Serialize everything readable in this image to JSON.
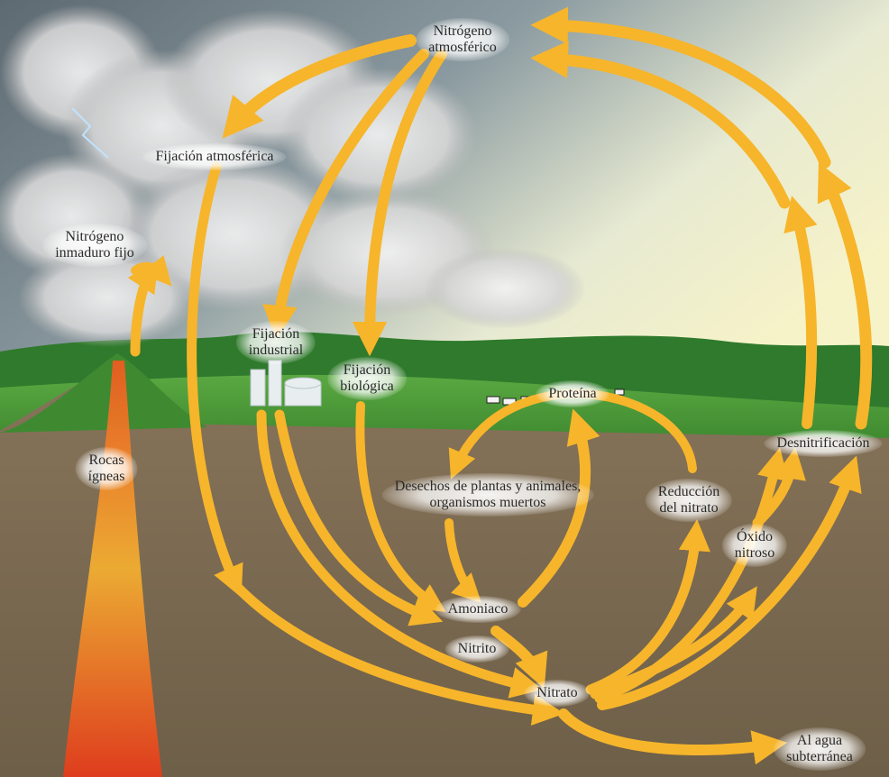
{
  "labels": {
    "nitrogeno_atmosferico": [
      "Nitrógeno",
      "atmosférico"
    ],
    "fijacion_atmosferica": [
      "Fijación atmosférica"
    ],
    "nitrogeno_inmaduro": [
      "Nitrógeno",
      "inmaduro fijo"
    ],
    "fijacion_industrial": [
      "Fijación",
      "industrial"
    ],
    "fijacion_biologica": [
      "Fijación",
      "biológica"
    ],
    "proteina": [
      "Proteína"
    ],
    "rocas_igneas": [
      "Rocas",
      "ígneas"
    ],
    "desechos": [
      "Desechos de plantas y animales,",
      "organismos muertos"
    ],
    "reduccion_nitrato": [
      "Reducción",
      "del nitrato"
    ],
    "desnitrificacion": [
      "Desnitrificación"
    ],
    "oxido_nitroso": [
      "Óxido",
      "nitroso"
    ],
    "amoniaco": [
      "Amoniaco"
    ],
    "nitrito": [
      "Nitrito"
    ],
    "nitrato": [
      "Nitrato"
    ],
    "agua_subterranea": [
      "Al agua",
      "subterránea"
    ]
  },
  "colors": {
    "arrow": "#f6b52b",
    "arrow_light": "#fcd45c",
    "sky_top": "#6f7a80",
    "sky_light": "#f3f2cf",
    "grass": "#4f9b3a",
    "soil": "#8d7a58",
    "lava": "#f04a1a"
  }
}
